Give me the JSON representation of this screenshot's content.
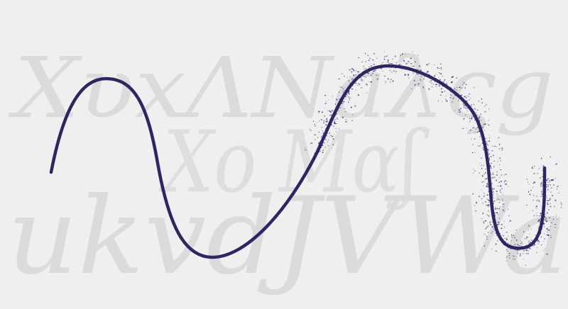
{
  "background_glyphs": [
    {
      "id": "row1",
      "text": "ΧυxΛNaλςg"
    },
    {
      "id": "row2",
      "text": "Xo Mαʃ"
    },
    {
      "id": "row3",
      "text": "ukvdJVWa"
    }
  ],
  "colors": {
    "background": "#f0efef",
    "glyphs": "#dcdada",
    "curve": "#2d2660",
    "noise": "#3a3272"
  }
}
